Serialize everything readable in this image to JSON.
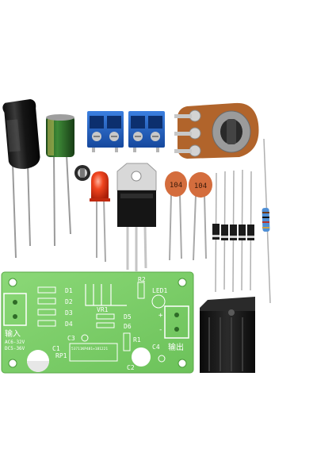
{
  "capacitors": {
    "c104_left": "104",
    "c104_right": "104"
  },
  "pcb": {
    "diodes": [
      "D1",
      "D2",
      "D3",
      "D4"
    ],
    "diodes_right": [
      "D5",
      "D6"
    ],
    "vr1": "VR1",
    "r1": "R1",
    "r2": "R2",
    "led1": "LED1",
    "c1": "C1",
    "c2": "C2",
    "c3": "C3",
    "c4": "C4",
    "rp1": "RP1",
    "input_label": "输入",
    "input_spec_1": "AC6-32V",
    "input_spec_2": "DC5-36V",
    "output_label": "输出",
    "plus": "+",
    "minus": "-",
    "part_code": "53711KP481+181221"
  },
  "colors": {
    "pcb_green": "#7fcf6c",
    "terminal_blue": "#1f5fc4",
    "cap_black": "#1b1b1b",
    "cap_green": "#2f6e2b",
    "ceramic_orange": "#d9703f",
    "led_red": "#e63a1c",
    "heatsink": "#1a1a1a"
  }
}
